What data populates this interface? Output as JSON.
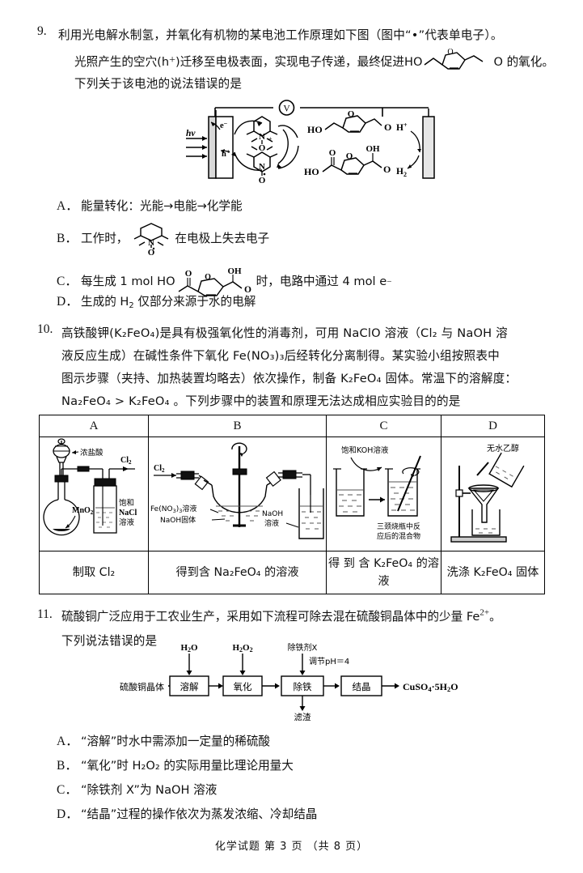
{
  "document": {
    "subject": "化学试题",
    "footer": "化学试题  第 3 页 （共 8 页）"
  },
  "questions": [
    {
      "number": "9.",
      "stem_line1": "利用光电解水制氢，并氧化有机物的某电池工作原理如下图（图中“•”代表单电子）。",
      "stem_line2_a": "光照产生的空穴(h",
      "stem_line2_b": ")迁移至电极表面，实现电子传递，最终促进HO",
      "stem_line2_c": "O 的氧化。",
      "stem_line3": "下列关于该电池的说法错误的是",
      "figure": {
        "name": "photoelectrochemical-cell-diagram",
        "meter_label": "V",
        "light_label": "hv",
        "electron_label": "e⁻",
        "hole_label": "h⁺",
        "proton_label": "H⁺",
        "hydrogen_label": "H₂",
        "mediator_top_atom": "N",
        "mediator_top_charge": "+",
        "mediator_oxygen": "O",
        "mediator_bottom_atom": "N",
        "substrate_labels": [
          "HO",
          "O",
          "O"
        ],
        "product_labels": [
          "HO",
          "O",
          "O",
          "OH",
          "O"
        ]
      },
      "options": [
        {
          "label": "A．",
          "text": "能量转化：光能→电能→化学能"
        },
        {
          "label": "B．",
          "text_before": "工作时，",
          "text_after": "在电极上失去电子",
          "has_inline_structure": true
        },
        {
          "label": "C．",
          "text_before": "每生成 1 mol HO",
          "text_after": "时，电路中通过 4 mol e",
          "sup": "−",
          "has_inline_structure": true
        },
        {
          "label": "D．",
          "text_before": "生成的 H",
          "sub": "2",
          "text_after": " 仅部分来源于水的电解"
        }
      ]
    },
    {
      "number": "10.",
      "stem_parts": [
        "高铁酸钾(K₂FeO₄)是具有极强氧化性的消毒剂，可用 NaClO 溶液（Cl₂ 与 NaOH 溶",
        "液反应生成）在碱性条件下氧化 Fe(NO₃)₃后经转化分离制得。某实验小组按照表中",
        "图示步骤（夹持、加热装置均略去）依次操作，制备 K₂FeO₄ 固体。常温下的溶解度：",
        "Na₂FeO₄ > K₂FeO₄ 。下列步骤中的装置和原理无法达成相应实验目的的是"
      ],
      "table": {
        "headers": [
          "A",
          "B",
          "C",
          "D"
        ],
        "purposes": [
          "制取 Cl₂",
          "得到含 Na₂FeO₄ 的溶液",
          "得 到 含 K₂FeO₄ 的溶液",
          "洗涤 K₂FeO₄ 固体"
        ],
        "figure_labels": {
          "A": [
            "浓盐酸",
            "Cl₂",
            "MnO₂",
            "饱和",
            "NaCl",
            "溶液"
          ],
          "B": [
            "Cl₂",
            "Fe(NO₃)₃溶液",
            "NaOH固体",
            "NaOH",
            "溶液"
          ],
          "C": [
            "饱和KOH溶液",
            "三颈烧瓶中反",
            "应后的混合物"
          ],
          "D": [
            "无水乙醇"
          ]
        }
      }
    },
    {
      "number": "11.",
      "stem_line1_a": "硫酸铜广泛应用于工农业生产，采用如下流程可除去混在硫酸铜晶体中的少量 Fe",
      "stem_line1_sup": "2+",
      "stem_line1_b": "。",
      "stem_line2": "下列说法错误的是",
      "flowchart": {
        "name": "copper-sulfate-purification-flowchart",
        "input": "硫酸铜晶体",
        "steps": [
          "溶解",
          "氧化",
          "除铁",
          "结晶"
        ],
        "reagents": [
          "H₂O",
          "H₂O₂",
          "除铁剂X"
        ],
        "ph_note": "调节pH = 4",
        "residue": "滤渣",
        "output": "CuSO₄·5H₂O"
      },
      "options": [
        {
          "label": "A．",
          "text": "“溶解”时水中需添加一定量的稀硫酸"
        },
        {
          "label": "B．",
          "text": "“氧化”时 H₂O₂ 的实际用量比理论用量大"
        },
        {
          "label": "C．",
          "text": "“除铁剂 X”为 NaOH 溶液"
        },
        {
          "label": "D．",
          "text": "“结晶”过程的操作依次为蒸发浓缩、冷却结晶"
        }
      ]
    }
  ]
}
